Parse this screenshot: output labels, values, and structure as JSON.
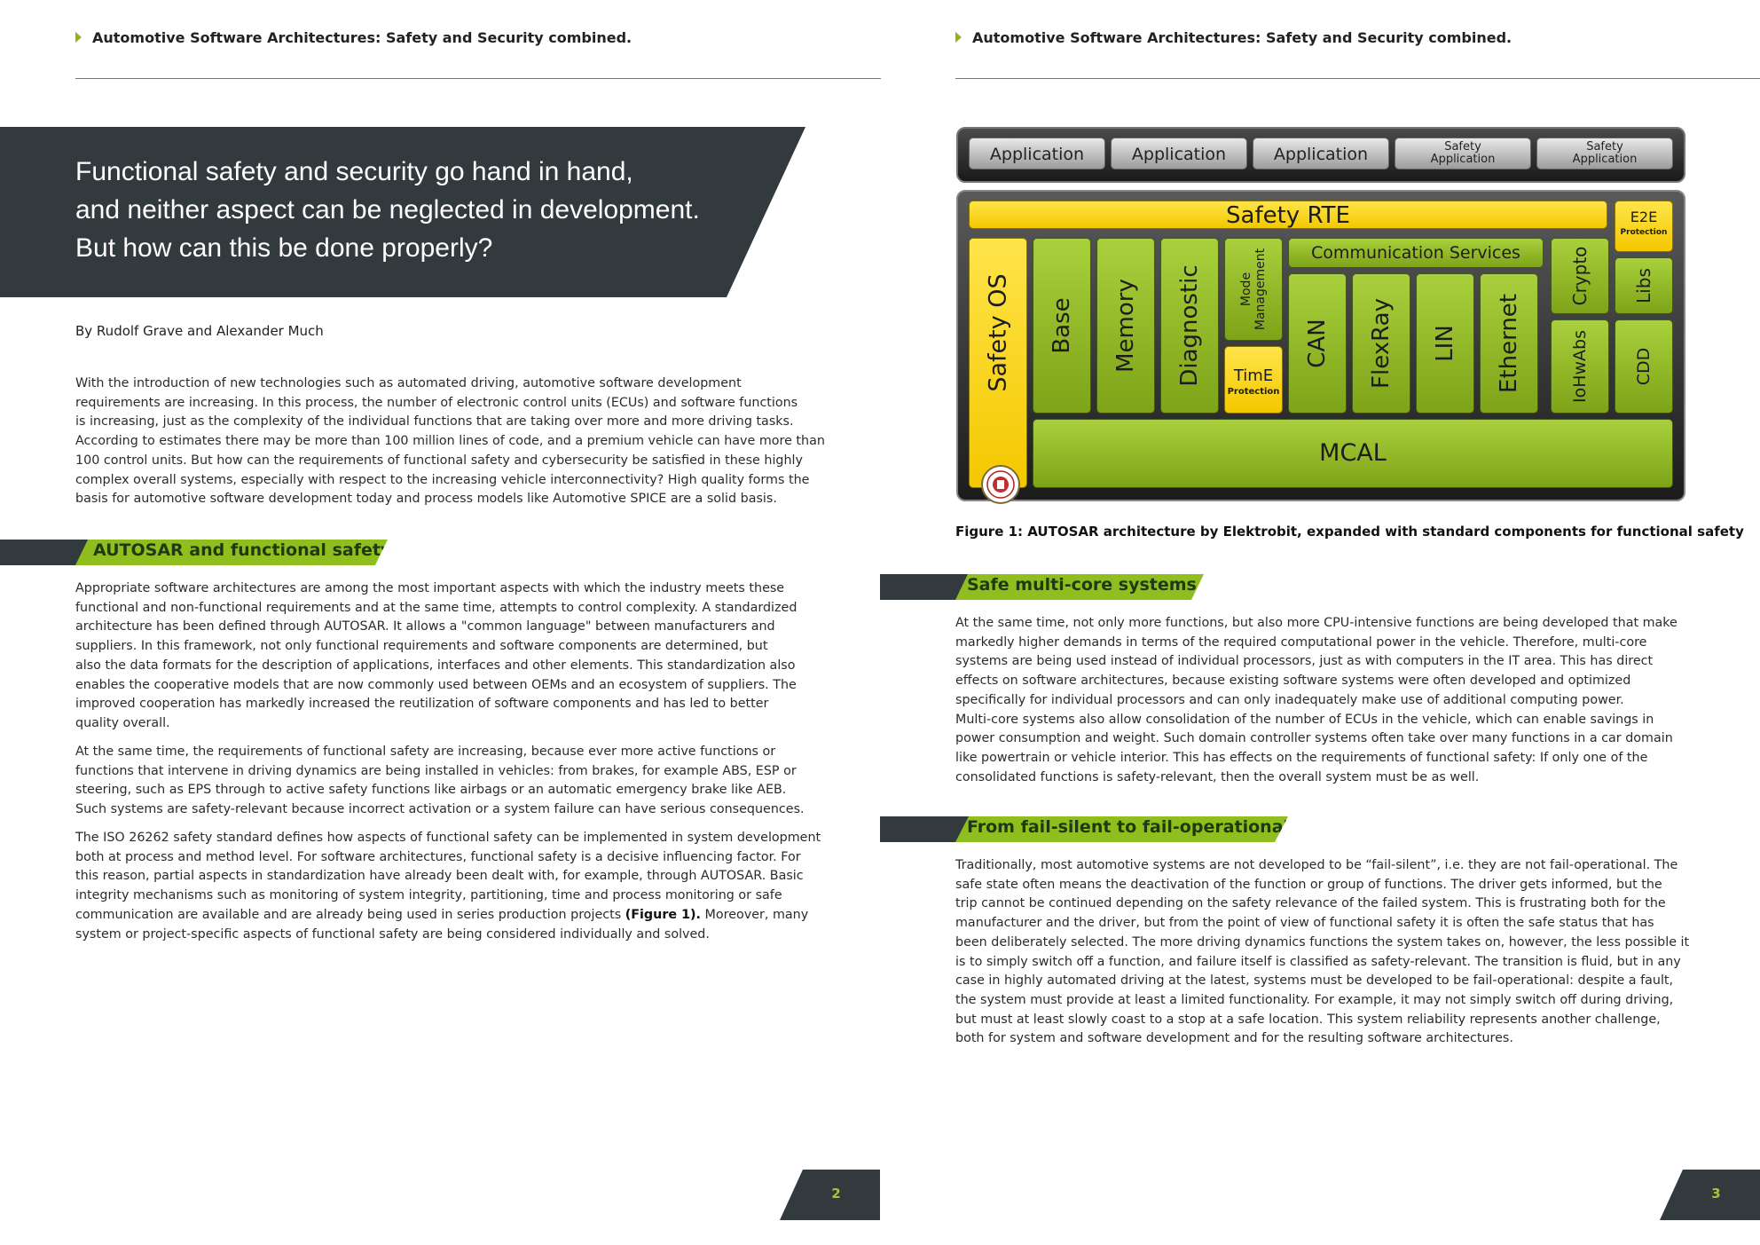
{
  "header": {
    "left_title": "Automotive Software Architectures: Safety and Security combined.",
    "right_title": "Automotive Software Architectures: Safety and Security combined."
  },
  "hero": {
    "lines": [
      "Functional safety and security go hand in hand,",
      "and neither aspect can be neglected in development.",
      "But how can this be done properly?"
    ]
  },
  "byline": "By Rudolf Grave and Alexander Much",
  "intro": {
    "lines": [
      "With the introduction of new technologies such as automated driving, automotive software development",
      "requirements are increasing. In this process, the number of electronic control units (ECUs) and software functions",
      "is increasing, just as the complexity of the individual functions that are taking over more and more driving tasks.",
      "According to estimates there may be more than 100 million lines of code, and a premium vehicle can have more than",
      "100 control units. But how can the requirements of functional safety and cybersecurity be satisfied in these highly",
      "complex overall systems, especially with respect to the increasing vehicle interconnectivity? High quality forms the",
      "basis for automotive software development today and process models like Automotive SPICE are a solid basis."
    ]
  },
  "sections": {
    "autosar": {
      "title": "AUTOSAR and functional safety",
      "p1": [
        "Appropriate software architectures are among the most important aspects with which the industry meets these",
        "functional and non-functional requirements and at the same time, attempts to control complexity. A standardized",
        "architecture has been defined through AUTOSAR. It allows a \"common language\" between manufacturers and",
        "suppliers. In this framework, not only functional requirements and software components are determined, but",
        "also the data formats for the description of applications, interfaces and other elements. This standardization also",
        "enables the cooperative models that are now commonly used between OEMs and an ecosystem of suppliers. The",
        "improved cooperation has markedly increased the reutilization of software components and has led to better",
        "quality overall."
      ],
      "p2": [
        "At the same time, the requirements of functional safety are increasing, because ever more active functions or",
        "functions that intervene in driving dynamics are being installed in vehicles: from brakes, for example ABS, ESP or",
        "steering, such as EPS through to active safety functions like airbags or an automatic emergency brake like AEB.",
        "Such systems are safety-relevant because incorrect activation or a system failure can have serious consequences."
      ],
      "p3_lines": [
        "The ISO 26262 safety standard defines how aspects of functional safety can be implemented in system development",
        "both at process and method level. For software architectures, functional safety is a decisive influencing factor. For",
        "this reason, partial aspects in standardization have already been dealt with, for example, through AUTOSAR. Basic",
        "integrity mechanisms such as monitoring of system integrity, partitioning, time and process monitoring or safe"
      ],
      "p3_line5_pre": "communication are available and are already being used in series production projects ",
      "p3_line5_bold": "(Figure 1).",
      "p3_line5_post": "  Moreover, many",
      "p3_line6": "system or project-specific aspects of functional safety are being considered individually and solved."
    },
    "multicore": {
      "title": "Safe multi-core systems",
      "lines": [
        "At the same time, not only more functions, but also more CPU-intensive functions are being developed that make",
        "markedly higher demands in terms of the required computational power in the vehicle. Therefore, multi-core",
        "systems are being used instead of individual processors, just as with computers in the IT area. This has direct",
        "effects on software architectures, because existing software systems were often developed and optimized",
        "specifically for individual processors and can only inadequately make use of additional computing power.",
        "Multi-core systems also allow consolidation of the number of ECUs in the vehicle, which can enable savings in",
        "power consumption and weight. Such domain controller systems often take over many functions in a car domain",
        "like powertrain or vehicle interior. This has effects on the requirements of functional safety: If only one of the",
        "consolidated functions is safety-relevant, then the overall system must be as well."
      ]
    },
    "failop": {
      "title": "From fail-silent to fail-operational",
      "lines": [
        "Traditionally, most automotive systems are not developed to be “fail-silent”, i.e. they are not fail-operational. The",
        "safe state often means the deactivation of the function or group of functions. The driver gets informed, but the",
        "trip cannot be continued depending on the safety relevance of the failed system. This is frustrating both for the",
        "manufacturer and the driver, but from the point of view of functional safety it is often the safe status that has",
        "been deliberately selected. The more driving dynamics functions the system takes on, however, the less possible it",
        "is to simply switch off a function, and failure itself is classified as safety-relevant. The transition is fluid, but in any",
        "case in highly automated driving at the latest, systems must be developed to be fail-operational: despite a fault,",
        "the system must provide at least a limited functionality. For example, it may not simply switch off during driving,",
        "but must at least slowly coast to a stop at a safe location. This system reliability represents another challenge,",
        "both for system and software development and for the resulting software architectures."
      ]
    }
  },
  "figure": {
    "apps": [
      "Application",
      "Application",
      "Application"
    ],
    "safety_app_line1": "Safety",
    "safety_app_line2": "Application",
    "safety_rte": "Safety RTE",
    "e2e": "E2E",
    "e2e_sub": "Protection",
    "safety_os": "Safety OS",
    "base": "Base",
    "memory": "Memory",
    "diagnostic": "Diagnostic",
    "mode_line1": "Mode",
    "mode_line2": "Management",
    "comm_services": "Communication Services",
    "time": "TimE",
    "time_sub": "Protection",
    "can": "CAN",
    "flexray": "FlexRay",
    "lin": "LIN",
    "ethernet": "Ethernet",
    "crypto": "Crypto",
    "iohwabs": "IoHwAbs",
    "libs": "Libs",
    "cdd": "CDD",
    "mcal": "MCAL",
    "caption": "Figure 1: AUTOSAR architecture by Elektrobit, expanded with standard components for functional safety",
    "colors": {
      "green": "#9bc42a",
      "yellow": "#f9d300",
      "dark": "#2a2a2a"
    }
  },
  "page_numbers": {
    "left": "2",
    "right": "3"
  },
  "colors": {
    "band_dark": "#333a3d",
    "accent_green": "#8fbf1f"
  }
}
